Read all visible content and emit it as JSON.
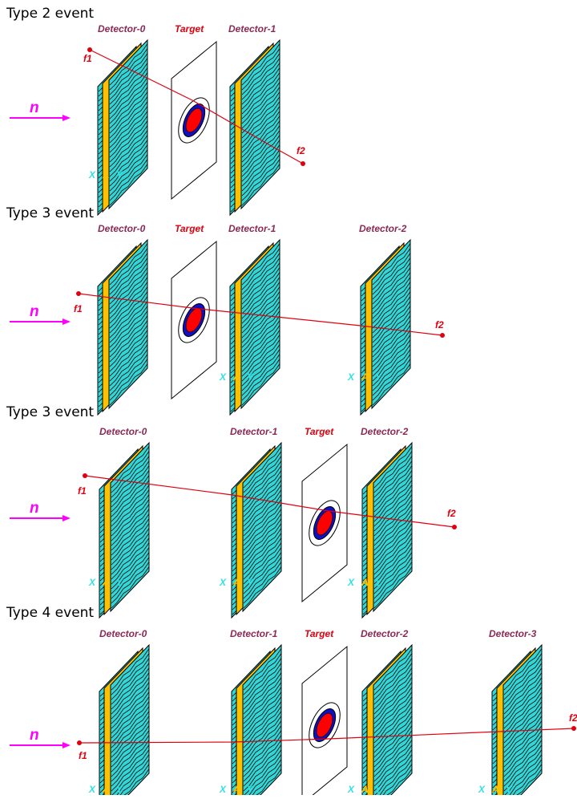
{
  "panels": [
    {
      "title": "Type 2 event",
      "detectors": [
        {
          "label": "Detector-0"
        },
        {
          "label": "Detector-1"
        }
      ],
      "target_label": "Target",
      "fragment_labels": [
        "f1",
        "f2"
      ],
      "plane_letters": [
        "X",
        "A",
        "Y"
      ],
      "beam_label": "n"
    },
    {
      "title": "Type 3 event",
      "detectors": [
        {
          "label": "Detector-0"
        },
        {
          "label": "Detector-1"
        },
        {
          "label": "Detector-2"
        }
      ],
      "target_label": "Target",
      "fragment_labels": [
        "f1",
        "f2"
      ],
      "plane_letters": [
        "X",
        "A",
        "Y"
      ],
      "beam_label": "n"
    },
    {
      "title": "Type 3 event",
      "detectors": [
        {
          "label": "Detector-0"
        },
        {
          "label": "Detector-1"
        },
        {
          "label": "Detector-2"
        }
      ],
      "target_label": "Target",
      "fragment_labels": [
        "f1",
        "f2"
      ],
      "plane_letters": [
        "X",
        "A",
        "Y"
      ],
      "beam_label": "n"
    },
    {
      "title": "Type 4 event",
      "detectors": [
        {
          "label": "Detector-0"
        },
        {
          "label": "Detector-1"
        },
        {
          "label": "Detector-2"
        },
        {
          "label": "Detector-3"
        }
      ],
      "target_label": "Target",
      "fragment_labels": [
        "f1",
        "f2"
      ],
      "plane_letters": [
        "X",
        "A",
        "Y"
      ],
      "beam_label": "n"
    }
  ],
  "colors": {
    "plane_cyan": "#33d6d6",
    "plane_yellow": "#ffc000",
    "target_red": "#ff0000",
    "target_blue": "#1010c0",
    "track_red": "#e0000f",
    "beam_magenta": "#ff00ff",
    "detector_label": "#8b2a55"
  }
}
